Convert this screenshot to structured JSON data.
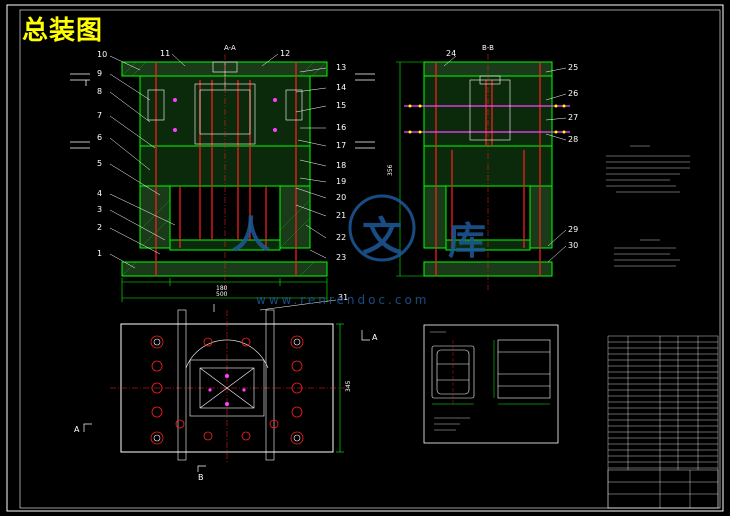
{
  "title": "总装图",
  "section_labels": {
    "aa": "A-A",
    "bb": "B-B",
    "a_right": "A",
    "a_left": "A",
    "b_bottom": "B"
  },
  "callouts_left": [
    "10",
    "9",
    "8",
    "7",
    "6",
    "5",
    "4",
    "3",
    "2",
    "1"
  ],
  "callouts_mid": [
    "11",
    "12",
    "13",
    "14",
    "15",
    "16",
    "17",
    "18",
    "19",
    "20",
    "21",
    "22",
    "23",
    "31"
  ],
  "callouts_right": [
    "24",
    "25",
    "26",
    "27",
    "28",
    "29",
    "30"
  ],
  "dimensions": {
    "width_inner": "180",
    "width_outer": "500",
    "height_side": "356",
    "height_plan": "345",
    "height_b": "356"
  },
  "watermark": "www.renrendoc.com",
  "watermark_chars": [
    "人",
    "文",
    "库"
  ],
  "colors": {
    "outline": "#ffffff",
    "green": "#00ff00",
    "red": "#ff2020",
    "yellow": "#ffff00",
    "cyan": "#00ffff",
    "magenta": "#ff40ff",
    "watermark": "#1e5a9a"
  }
}
